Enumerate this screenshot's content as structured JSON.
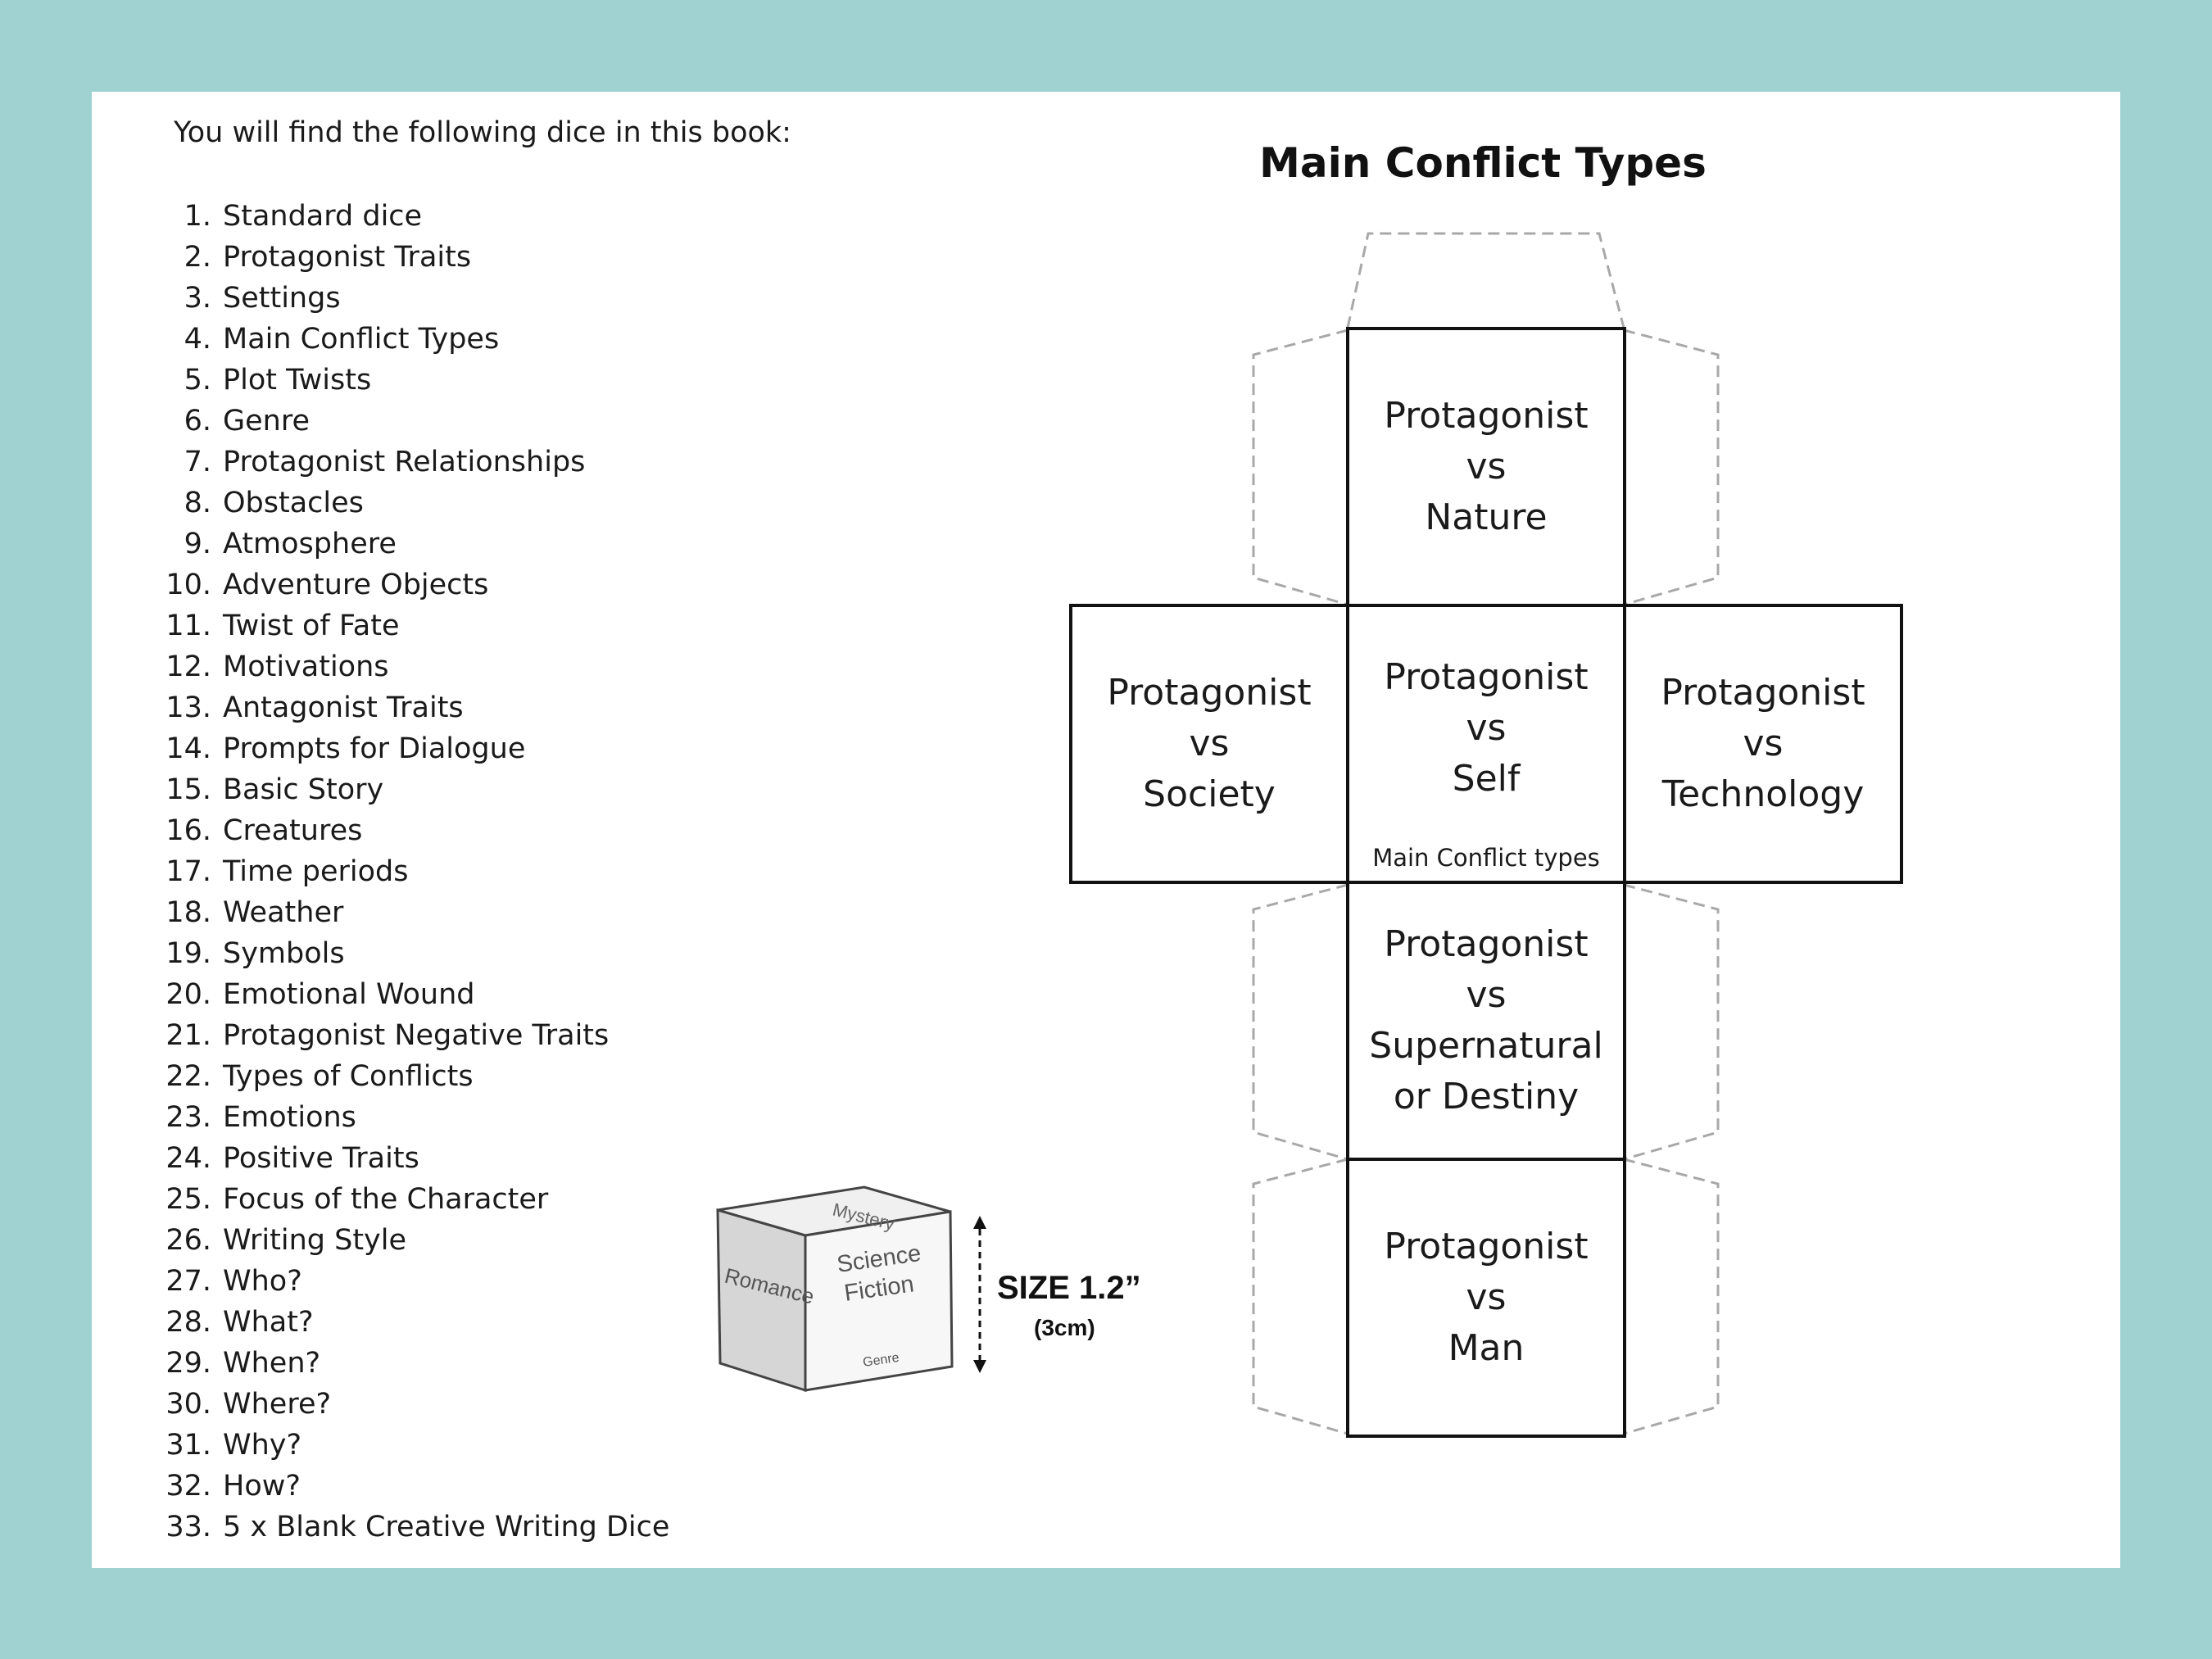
{
  "intro": "You will find the following dice in this book:",
  "dice_list": [
    {
      "num": "1.",
      "label": "Standard dice"
    },
    {
      "num": "2.",
      "label": "Protagonist Traits"
    },
    {
      "num": "3.",
      "label": "Settings"
    },
    {
      "num": "4.",
      "label": "Main Conflict Types"
    },
    {
      "num": "5.",
      "label": "Plot Twists"
    },
    {
      "num": "6.",
      "label": "Genre"
    },
    {
      "num": "7.",
      "label": "Protagonist Relationships"
    },
    {
      "num": "8.",
      "label": "Obstacles"
    },
    {
      "num": "9.",
      "label": "Atmosphere"
    },
    {
      "num": "10.",
      "label": "Adventure Objects"
    },
    {
      "num": "11.",
      "label": "Twist of Fate"
    },
    {
      "num": "12.",
      "label": "Motivations"
    },
    {
      "num": "13.",
      "label": "Antagonist Traits"
    },
    {
      "num": "14.",
      "label": "Prompts for Dialogue"
    },
    {
      "num": "15.",
      "label": "Basic Story"
    },
    {
      "num": "16.",
      "label": "Creatures"
    },
    {
      "num": "17.",
      "label": "Time periods"
    },
    {
      "num": "18.",
      "label": "Weather"
    },
    {
      "num": "19.",
      "label": "Symbols"
    },
    {
      "num": "20.",
      "label": "Emotional Wound"
    },
    {
      "num": "21.",
      "label": "Protagonist Negative Traits"
    },
    {
      "num": "22.",
      "label": "Types of Conflicts"
    },
    {
      "num": "23.",
      "label": "Emotions"
    },
    {
      "num": "24.",
      "label": "Positive Traits"
    },
    {
      "num": "25.",
      "label": "Focus of the Character"
    },
    {
      "num": "26.",
      "label": "Writing Style"
    },
    {
      "num": "27.",
      "label": "Who?"
    },
    {
      "num": "28.",
      "label": "What?"
    },
    {
      "num": "29.",
      "label": "When?"
    },
    {
      "num": "30.",
      "label": "Where?"
    },
    {
      "num": "31.",
      "label": "Why?"
    },
    {
      "num": "32.",
      "label": "How?"
    },
    {
      "num": "33.",
      "label": "5 x Blank Creative Writing Dice"
    }
  ],
  "title": "Main Conflict Types",
  "faces": {
    "top": [
      "Protagonist",
      "vs",
      "Nature"
    ],
    "left": [
      "Protagonist",
      "vs",
      "Society"
    ],
    "center": [
      "Protagonist",
      "vs",
      "Self"
    ],
    "right": [
      "Protagonist",
      "vs",
      "Technology"
    ],
    "lower": [
      "Protagonist",
      "vs",
      "Supernatural",
      "or Destiny"
    ],
    "bottom": [
      "Protagonist",
      "vs",
      "Man"
    ]
  },
  "center_caption": "Main Conflict types",
  "sample_die": {
    "top_label": "Mystery",
    "left_label": "Romance",
    "front_label_1": "Science",
    "front_label_2": "Fiction",
    "front_caption": "Genre"
  },
  "size": {
    "label": "SIZE 1.2”",
    "sub": "(3cm)"
  }
}
